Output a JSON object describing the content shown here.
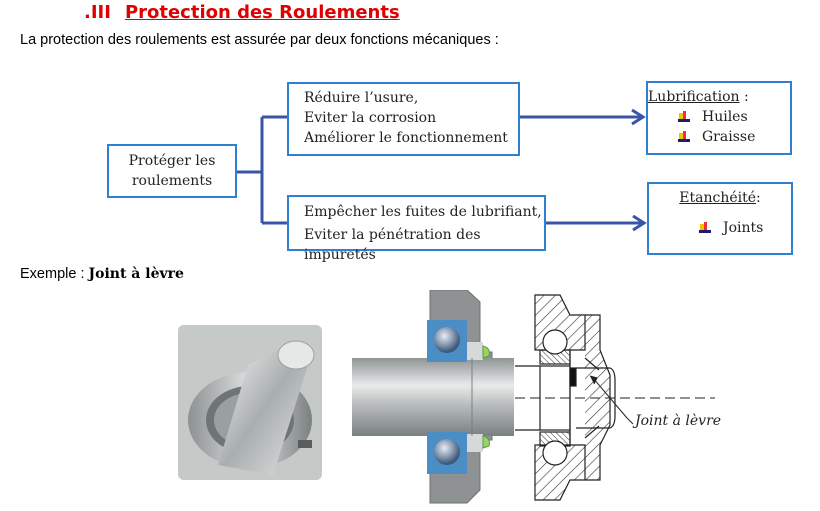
{
  "section": {
    "number": ".III",
    "title": "Protection des Roulements",
    "title_color": "#e00000"
  },
  "intro": "La protection des roulements est assurée par deux fonctions mécaniques :",
  "diagram": {
    "root": {
      "lines": [
        "Protéger les",
        "roulements"
      ]
    },
    "branch_top": {
      "lines": [
        "Réduire l’usure,",
        "Eviter la corrosion",
        "Améliorer le fonctionnement"
      ]
    },
    "branch_bottom": {
      "lines": [
        "Empêcher les fuites de lubrifiant,",
        "Eviter la pénétration des impuretés"
      ]
    },
    "lubrification": {
      "heading": "Lubrification",
      "suffix": " :",
      "items": [
        "Huiles",
        "Graisse"
      ]
    },
    "etancheite": {
      "heading": "Etanchéité",
      "suffix": ":",
      "items": [
        "Joints"
      ]
    },
    "border_color": "#2f80d0",
    "connector_color": "#3a55a8"
  },
  "example": {
    "prefix": "Exemple : ",
    "name": "Joint à lèvre"
  },
  "figures": {
    "photo": "bearing-seal-3d-render",
    "section_color": "cross-section-color-drawing",
    "technical": "technical-drawing-hatched",
    "leader_label": "Joint à lèvre"
  }
}
